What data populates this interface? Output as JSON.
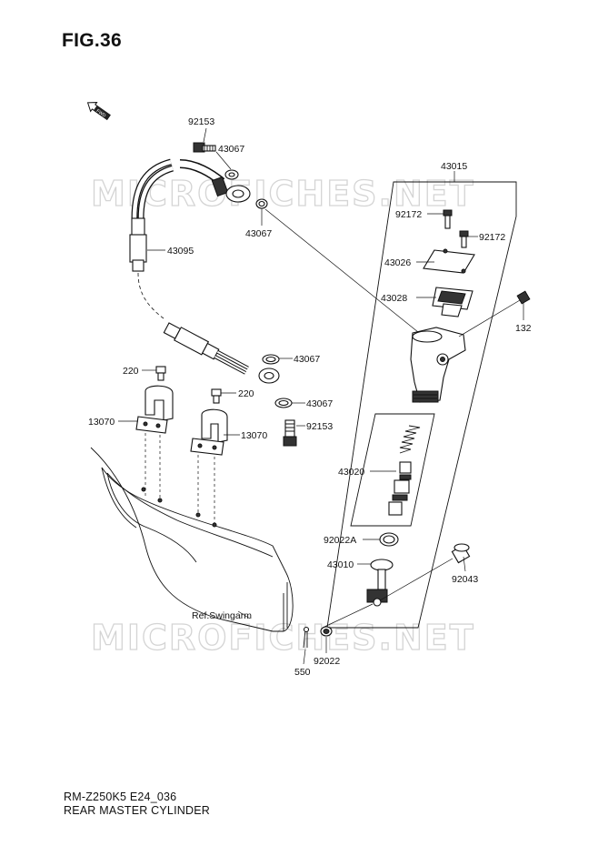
{
  "figure": {
    "title": "FIG.36"
  },
  "footer": {
    "model_code": "RM-Z250K5 E24_036",
    "section_name": "REAR MASTER CYLINDER"
  },
  "forward_arrow": {
    "label": "FWD"
  },
  "watermark": {
    "text": "MICROFICHES.NET"
  },
  "reference": {
    "swingarm": "Ref.Swingarm"
  },
  "callouts": {
    "p92153_top": "92153",
    "p43067_a": "43067",
    "p43067_b": "43067",
    "p43095": "43095",
    "p43015": "43015",
    "p92172_left": "92172",
    "p92172_right": "92172",
    "p43026": "43026",
    "p43028": "43028",
    "p132": "132",
    "p220_left": "220",
    "p220_right": "220",
    "p43067_c": "43067",
    "p43067_d": "43067",
    "p13070_left": "13070",
    "p13070_right": "13070",
    "p92153_mid": "92153",
    "p43020": "43020",
    "p92022A": "92022A",
    "p43010": "43010",
    "p92043": "92043",
    "p550": "550",
    "p92022": "92022"
  }
}
